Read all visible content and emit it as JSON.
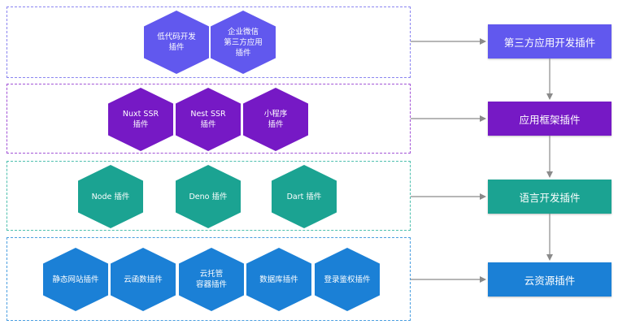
{
  "colors": {
    "third_party": "#6158ee",
    "framework": "#7619c5",
    "language": "#1ba392",
    "cloud": "#1b80d6",
    "arrow": "#8a8a8a"
  },
  "groups": [
    {
      "id": "third-party",
      "layer_label": "第三方应用开发插件",
      "plugins": [
        "低代码开发\n插件",
        "企业微信\n第三方应用\n插件"
      ]
    },
    {
      "id": "framework",
      "layer_label": "应用框架插件",
      "plugins": [
        "Nuxt SSR\n插件",
        "Nest SSR\n插件",
        "小程序\n插件"
      ]
    },
    {
      "id": "language",
      "layer_label": "语言开发插件",
      "plugins": [
        "Node 插件",
        "Deno 插件",
        "Dart 插件"
      ]
    },
    {
      "id": "cloud",
      "layer_label": "云资源插件",
      "plugins": [
        "静态网站插件",
        "云函数插件",
        "云托管\n容器插件",
        "数据库插件",
        "登录鉴权插件"
      ]
    }
  ]
}
